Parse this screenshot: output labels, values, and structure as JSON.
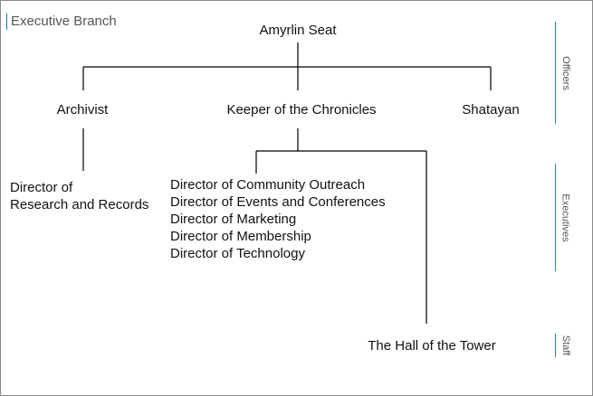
{
  "title": "Executive Branch",
  "nodes": {
    "top": "Amyrlin Seat",
    "officer_left": "Archivist",
    "officer_mid": "Keeper of the Chronicles",
    "officer_right": "Shatayan",
    "director_research_line1": "Director of",
    "director_research_line2": "Research and Records",
    "directors": [
      "Director of Community Outreach",
      "Director of Events and Conferences",
      "Director of Marketing",
      "Director of Membership",
      "Director of Technology"
    ],
    "staff": "The Hall of the Tower"
  },
  "sections": {
    "officers": "Officers",
    "executives": "Executives",
    "staff": "Staff"
  },
  "colors": {
    "section_bar": "#2b7cd3",
    "title_bar": "#1f6fc5",
    "connector": "#000000"
  }
}
